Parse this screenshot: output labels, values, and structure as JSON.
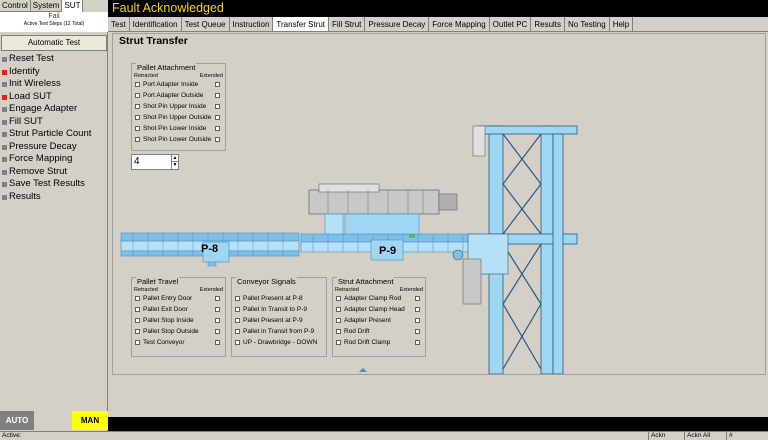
{
  "left_tabs": [
    "Control",
    "System",
    "SUT"
  ],
  "status": {
    "result": "Fail",
    "steps_text": "Active Test Steps (12 Total)"
  },
  "auto_test_label": "Automatic Test",
  "steps": [
    {
      "label": "Reset Test",
      "state": "normal"
    },
    {
      "label": "Identify",
      "state": "fail"
    },
    {
      "label": "Init Wireless",
      "state": "normal"
    },
    {
      "label": "Load SUT",
      "state": "fail"
    },
    {
      "label": "Engage Adapter",
      "state": "normal"
    },
    {
      "label": "Fill SUT",
      "state": "normal"
    },
    {
      "label": "Strut Particle Count",
      "state": "normal"
    },
    {
      "label": "Pressure Decay",
      "state": "normal"
    },
    {
      "label": "Force Mapping",
      "state": "normal"
    },
    {
      "label": "Remove Strut",
      "state": "normal"
    },
    {
      "label": "Save Test Results",
      "state": "normal"
    },
    {
      "label": "Results",
      "state": "normal"
    }
  ],
  "mode": {
    "auto": "AUTO",
    "man": "MAN"
  },
  "fault_text": "Fault Acknowledged",
  "menu": [
    "Test",
    "Identification",
    "Test Queue",
    "Instruction",
    "Transfer Strut",
    "Fill Strut",
    "Pressure Decay",
    "Force Mapping",
    "Outlet PC",
    "Results",
    "No Testing",
    "Help"
  ],
  "active_menu": "Transfer Strut",
  "main": {
    "title": "Strut Transfer",
    "pallet_attachment": {
      "title": "Pallet Attachment",
      "col_left": "Retracted",
      "col_right": "Extended",
      "rows": [
        "Port Adapter Inside",
        "Port Adapter Outside",
        "Shot Pin Upper Inside",
        "Shot Pin Upper Outside",
        "Shot Pin Lower Inside",
        "Shot Pin Lower Outside"
      ]
    },
    "spinner_value": "4",
    "pallet_travel": {
      "title": "Pallet Travel",
      "col_left": "Retracted",
      "col_right": "Extended",
      "rows": [
        "Pallet Entry Door",
        "Pallet Exit Door",
        "Pallet Stop Inside",
        "Pallet Stop Outside",
        "Test Conveyor"
      ]
    },
    "conveyor_signals": {
      "title": "Conveyor Signals",
      "rows": [
        "Pallet Present at P-8",
        "Pallet In Transit to P-9",
        "Pallet Present at P-9",
        "Pallet in Transit from P-9",
        "UP - Drawbridge - DOWN"
      ]
    },
    "strut_attachment": {
      "title": "Strut Attachment",
      "col_left": "Retracted",
      "col_right": "Extended",
      "rows": [
        "Adapter Clamp Rod",
        "Adapter Clamp Head",
        "Adapter Present",
        "Rod Drift",
        "Rod Drift Clamp"
      ]
    },
    "station_labels": [
      "P-8",
      "P-9"
    ],
    "colors": {
      "machine": "#9fd6f2",
      "machine_dark": "#4a90c0",
      "conveyor": "#7fc0e8"
    }
  },
  "status_bar": {
    "active_label": "Active:",
    "ack_label": "Ackn",
    "ack_all_label": "Ackn All",
    "hash": "#"
  }
}
